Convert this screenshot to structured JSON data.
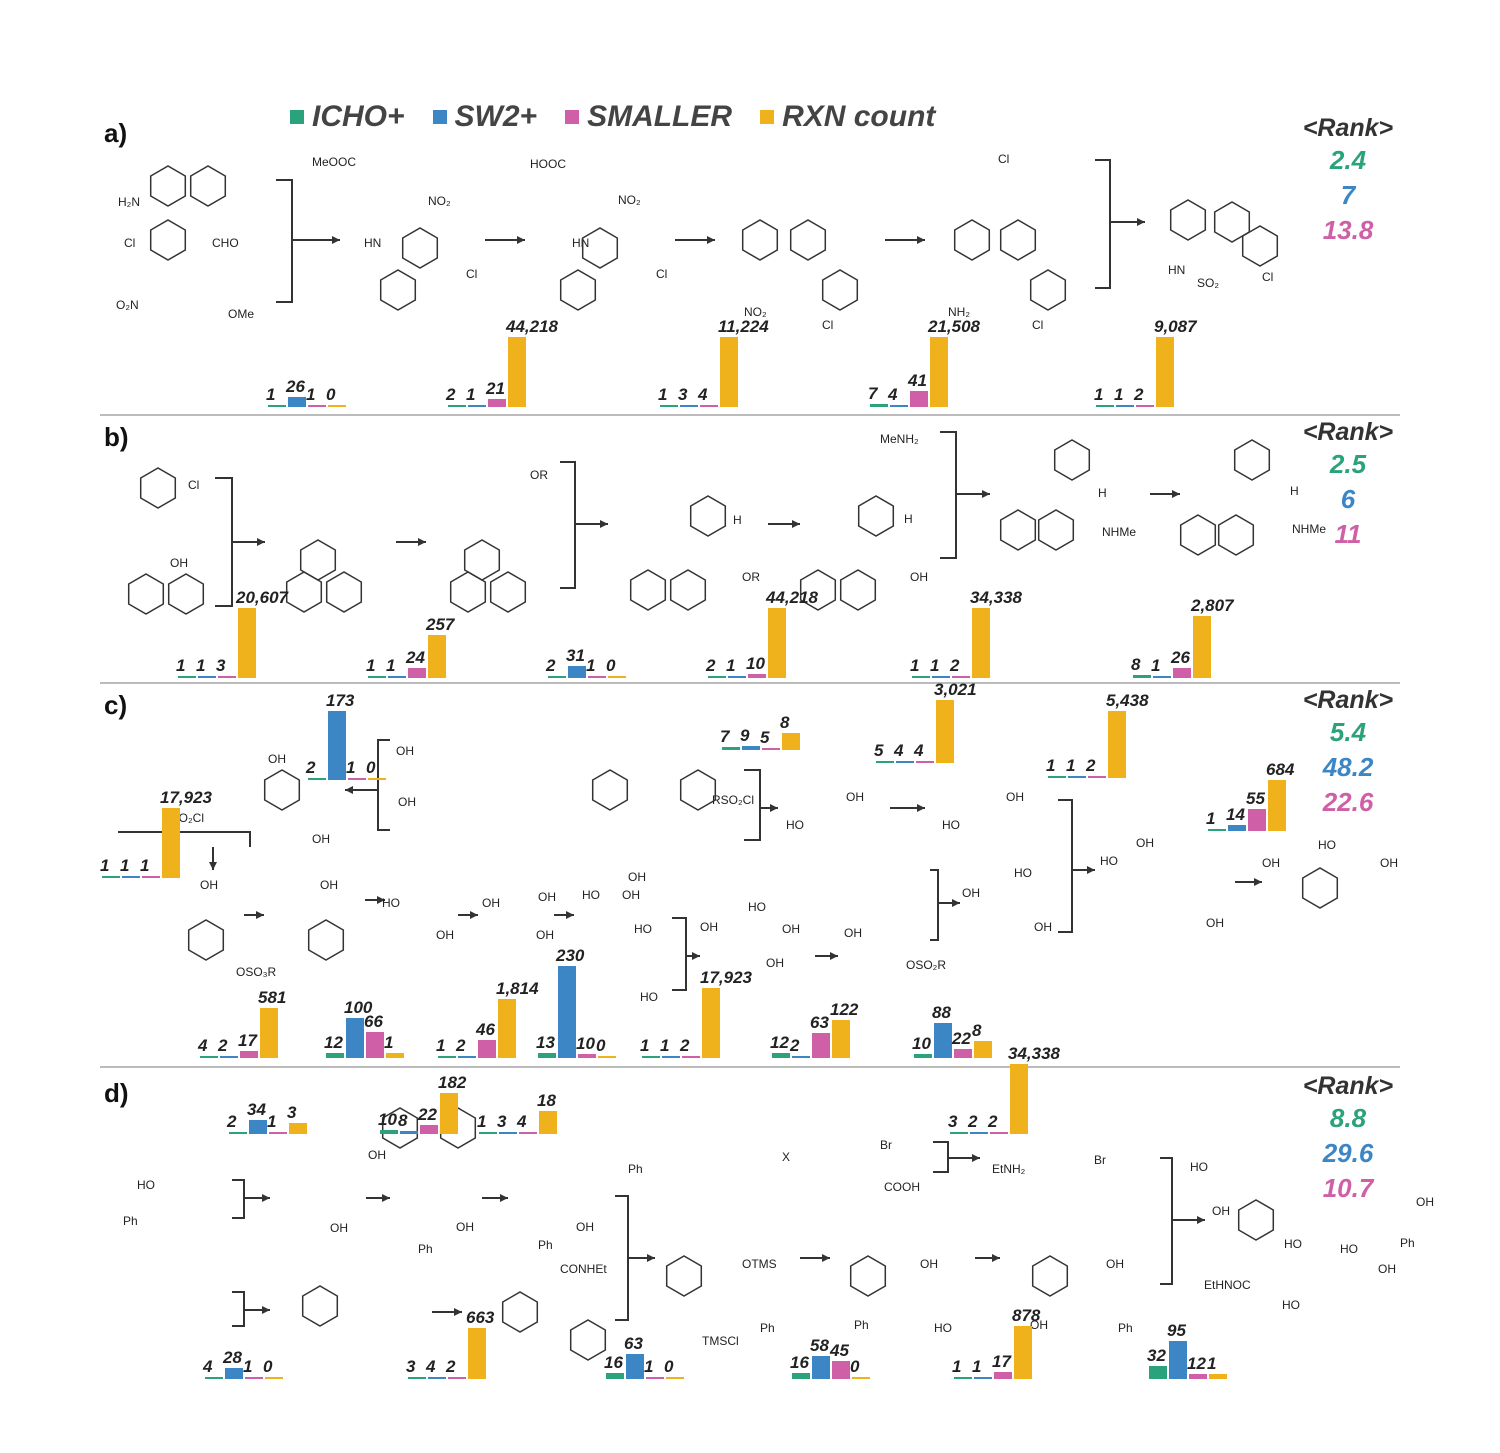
{
  "legend": [
    {
      "label": "ICHO+",
      "color": "#2aa37c"
    },
    {
      "label": "SW2+",
      "color": "#3d86c6"
    },
    {
      "label": "SMALLER",
      "color": "#cf5fa7"
    },
    {
      "label": "RXN count",
      "color": "#efb21c"
    }
  ],
  "rank_header": "<Rank>",
  "panels": [
    {
      "label": "a)",
      "rank": [
        "2.4",
        "7",
        "13.8"
      ],
      "mol_labels": [
        "H₂N",
        "Cl",
        "CHO",
        "O₂N",
        "OMe",
        "MeOOC",
        "NO₂",
        "HN",
        "Cl",
        "HOOC",
        "NO₂",
        "HN",
        "Cl",
        "NO₂",
        "Cl",
        "NH₂",
        "Cl",
        "Cl",
        "HN",
        "SO₂",
        "Cl"
      ],
      "groups": [
        {
          "values": [
            "1",
            "26",
            "1",
            "0"
          ]
        },
        {
          "values": [
            "2",
            "1",
            "21",
            "44,218"
          ]
        },
        {
          "values": [
            "1",
            "3",
            "4",
            "11,224"
          ]
        },
        {
          "values": [
            "7",
            "4",
            "41",
            "21,508"
          ]
        },
        {
          "values": [
            "1",
            "1",
            "2",
            "9,087"
          ]
        }
      ]
    },
    {
      "label": "b)",
      "rank": [
        "2.5",
        "6",
        "11"
      ],
      "mol_labels": [
        "Cl",
        "OH",
        "OR",
        "MeNH₂",
        "H",
        "OR",
        "H",
        "OH",
        "H",
        "NHMe",
        "H",
        "NHMe"
      ],
      "groups": [
        {
          "values": [
            "1",
            "1",
            "3",
            "20,607"
          ]
        },
        {
          "values": [
            "1",
            "1",
            "24",
            "257"
          ]
        },
        {
          "values": [
            "2",
            "31",
            "1",
            "0"
          ]
        },
        {
          "values": [
            "2",
            "1",
            "10",
            "44,218"
          ]
        },
        {
          "values": [
            "1",
            "1",
            "2",
            "34,338"
          ]
        },
        {
          "values": [
            "8",
            "1",
            "26",
            "2,807"
          ]
        }
      ]
    },
    {
      "label": "c)",
      "rank": [
        "5.4",
        "48.2",
        "22.6"
      ],
      "mol_labels": [
        "OH",
        "OH",
        "OH",
        "RSO₂Cl",
        "OH",
        "OH",
        "OH",
        "HO",
        "OH",
        "OH",
        "OH",
        "OH",
        "OSO₃R",
        "OH",
        "HO",
        "OH",
        "HO",
        "OH",
        "HO",
        "OH",
        "OH",
        "HO",
        "OH",
        "OSO₂R",
        "RSO₂Cl",
        "HO",
        "OH",
        "HO",
        "OH",
        "OH",
        "HO",
        "OH",
        "HO",
        "OH",
        "OH",
        "OH",
        "HO",
        "OH"
      ],
      "groups": [
        {
          "values": [
            "2",
            "173",
            "1",
            "0"
          ]
        },
        {
          "values": [
            "1",
            "1",
            "1",
            "17,923"
          ]
        },
        {
          "values": [
            "4",
            "2",
            "17",
            "581"
          ]
        },
        {
          "values": [
            "12",
            "100",
            "66",
            "1"
          ]
        },
        {
          "values": [
            "1",
            "2",
            "46",
            "1,814"
          ]
        },
        {
          "values": [
            "13",
            "230",
            "10",
            "0"
          ]
        },
        {
          "values": [
            "1",
            "1",
            "2",
            "17,923"
          ]
        },
        {
          "values": [
            "12",
            "2",
            "63",
            "122"
          ]
        },
        {
          "values": [
            "10",
            "88",
            "22",
            "8"
          ]
        },
        {
          "values": [
            "7",
            "9",
            "5",
            "8"
          ]
        },
        {
          "values": [
            "5",
            "4",
            "4",
            "3,021"
          ]
        },
        {
          "values": [
            "1",
            "1",
            "2",
            "5,438"
          ]
        },
        {
          "values": [
            "1",
            "14",
            "55",
            "684"
          ]
        }
      ]
    },
    {
      "label": "d)",
      "rank": [
        "8.8",
        "29.6",
        "10.7"
      ],
      "mol_labels": [
        "HO",
        "Ph",
        "OH",
        "OH",
        "Ph",
        "OH",
        "Ph",
        "OH",
        "Ph",
        "X",
        "Br",
        "COOH",
        "EtNH₂",
        "Br",
        "CONHEt",
        "TMSCl",
        "OTMS",
        "Ph",
        "OH",
        "Ph",
        "HO",
        "OH",
        "OH",
        "Ph",
        "HO",
        "OH",
        "EtHNOC",
        "HO",
        "HO",
        "HO",
        "Ph",
        "OH",
        "OH"
      ],
      "groups": [
        {
          "values": [
            "2",
            "34",
            "1",
            "3"
          ]
        },
        {
          "values": [
            "10",
            "8",
            "22",
            "182"
          ]
        },
        {
          "values": [
            "1",
            "3",
            "4",
            "18"
          ]
        },
        {
          "values": [
            "3",
            "2",
            "2",
            "34,338"
          ]
        },
        {
          "values": [
            "4",
            "28",
            "1",
            "0"
          ]
        },
        {
          "values": [
            "3",
            "4",
            "2",
            "663"
          ]
        },
        {
          "values": [
            "16",
            "63",
            "1",
            "0"
          ]
        },
        {
          "values": [
            "16",
            "58",
            "45",
            "0"
          ]
        },
        {
          "values": [
            "1",
            "1",
            "17",
            "878"
          ]
        },
        {
          "values": [
            "32",
            "95",
            "12",
            "1"
          ]
        }
      ]
    }
  ]
}
